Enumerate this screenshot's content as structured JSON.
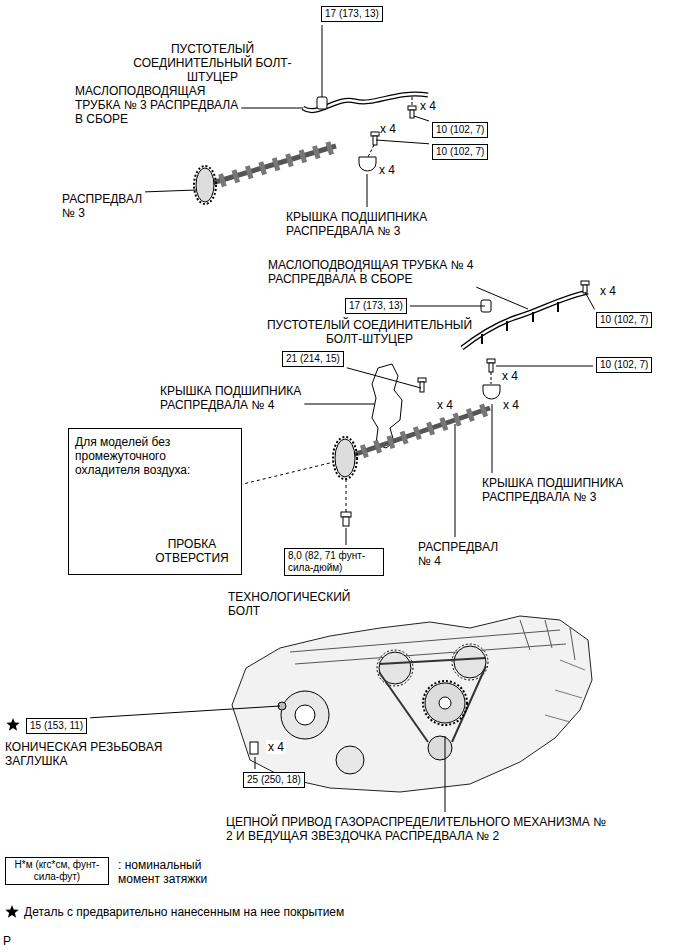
{
  "diagram": {
    "nodes": [
      {
        "text": [
          "17 (173, 13)"
        ]
      },
      {
        "text": [
          "10 (102, 7)"
        ]
      },
      {
        "text": [
          "10 (102, 7)"
        ]
      },
      {
        "text": [
          "17 (173, 13)"
        ]
      },
      {
        "text": [
          "10 (102, 7)"
        ]
      },
      {
        "text": [
          "21 (214, 15)"
        ]
      },
      {
        "text": [
          "10 (102, 7)"
        ]
      },
      {
        "text": [
          "Для моделей без промежуточного охладителя воздуха:",
          "ПРОБКА ОТВЕРСТИЯ"
        ]
      },
      {
        "text": [
          "8,0 (82, 71 фунт-сила-дюйм)"
        ]
      },
      {
        "text": [
          "15 (153, 11)"
        ]
      },
      {
        "text": [
          "25 (250, 18)"
        ]
      },
      {
        "text": [
          "Н*м (кгс*см, фунт-сила-фут)"
        ]
      }
    ],
    "labels": [
      "ПУСТОТЕЛЫЙ СОЕДИНИТЕЛЬНЫЙ БОЛТ-ШТУЦЕР",
      "МАСЛОПОДВОДЯЩАЯ ТРУБКА № 3 РАСПРЕДВАЛА В СБОРЕ",
      "x 4",
      "x 4",
      "x 4",
      "РАСПРЕДВАЛ № 3",
      "КРЫШКА ПОДШИПНИКА РАСПРЕДВАЛА № 3",
      "МАСЛОПОДВОДЯЩАЯ ТРУБКА № 4 РАСПРЕДВАЛА В СБОРЕ",
      "ПУСТОТЕЛЫЙ СОЕДИНИТЕЛЬНЫЙ БОЛТ-ШТУЦЕР",
      "x 4",
      "x 4",
      "КРЫШКА ПОДШИПНИКА РАСПРЕДВАЛА № 4",
      "x 4",
      "x 4",
      "КРЫШКА ПОДШИПНИКА РАСПРЕДВАЛА № 3",
      "РАСПРЕДВАЛ № 4",
      "ТЕХНОЛОГИЧЕСКИЙ БОЛТ",
      "КОНИЧЕСКАЯ РЕЗЬБОВАЯ ЗАГЛУШКА",
      "x 4",
      "ЦЕПНОЙ ПРИВОД ГАЗОРАСПРЕДЕЛИТЕЛЬНОГО МЕХАНИЗМА № 2 И ВЕДУЩАЯ ЗВЕЗДОЧКА РАСПРЕДВАЛА № 2",
      "P"
    ],
    "legend": [
      {
        "text": ": номинальный момент затяжки"
      },
      {
        "text": "Деталь с предварительно нанесенным на нее покрытием"
      }
    ]
  }
}
